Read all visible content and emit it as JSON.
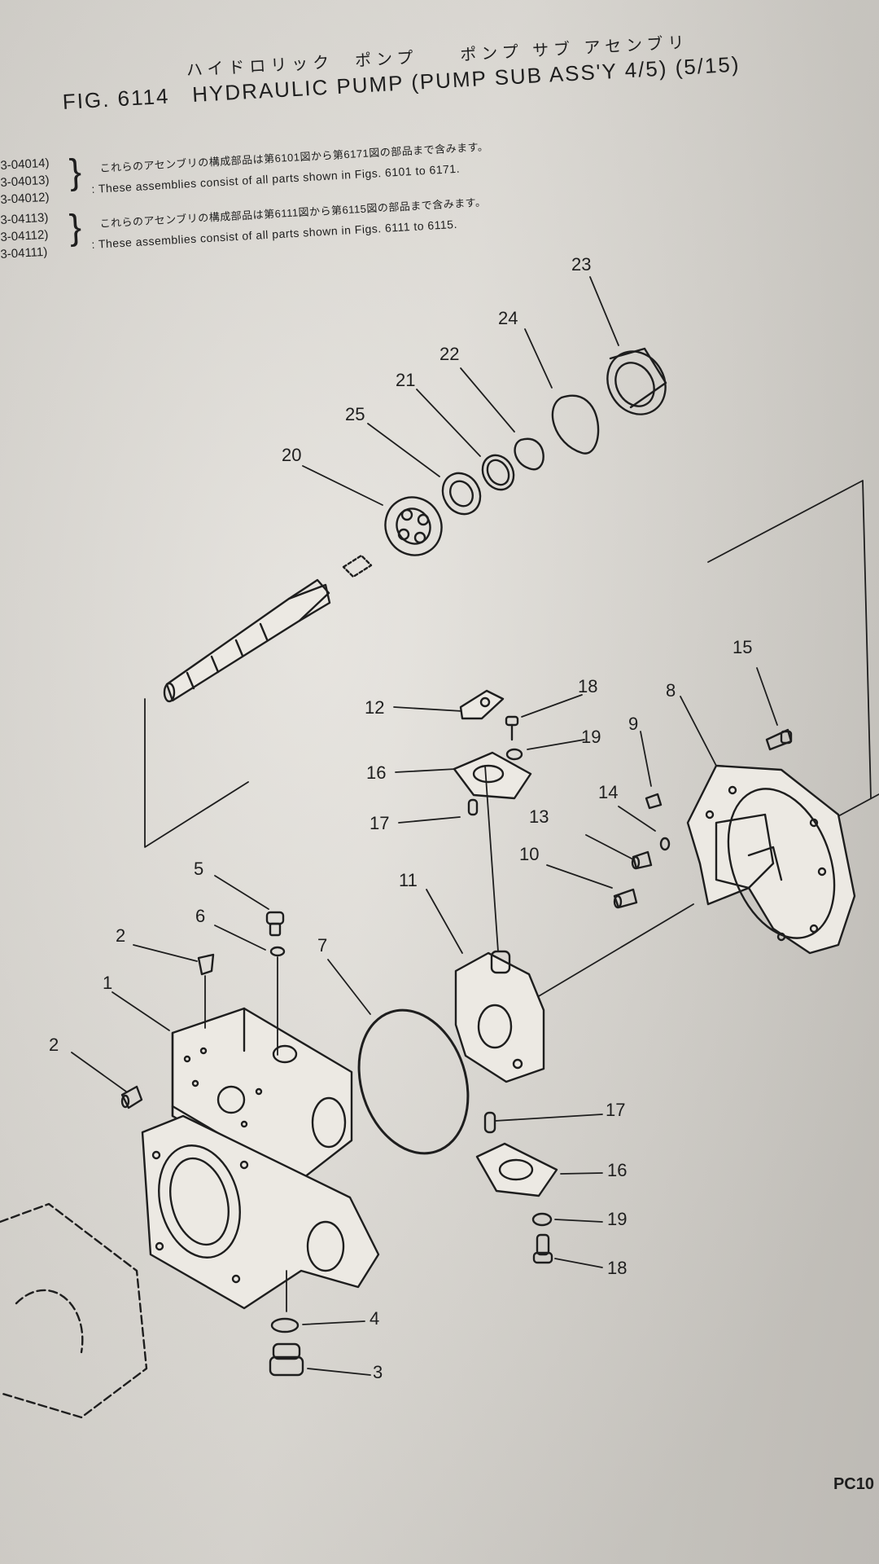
{
  "header": {
    "jp_title": "ハイドロリック　ポンプ　　ポンプ サブ アセンブリ",
    "fig_number": "FIG. 6114",
    "title": "HYDRAULIC PUMP (PUMP SUB ASS'Y 4/5) (5/15)"
  },
  "notes": [
    {
      "codes": [
        "3-04014)",
        "3-04013)",
        "3-04012)"
      ],
      "jp": "これらのアセンブリの構成部品は第6101図から第6171図の部品まで含みます。",
      "en": ": These assemblies consist of all parts shown in Figs. 6101 to 6171."
    },
    {
      "codes": [
        "3-04113)",
        "3-04112)",
        "3-04111)"
      ],
      "jp": "これらのアセンブリの構成部品は第6111図から第6115図の部品まで含みます。",
      "en": ": These assemblies consist of all parts shown in Figs. 6111 to 6115."
    }
  ],
  "callouts": [
    "23",
    "24",
    "22",
    "21",
    "25",
    "20",
    "12",
    "18",
    "19",
    "16",
    "17",
    "15",
    "8",
    "9",
    "14",
    "13",
    "10",
    "11",
    "5",
    "6",
    "2",
    "1",
    "2",
    "7",
    "17",
    "16",
    "19",
    "18",
    "4",
    "3"
  ],
  "footer": {
    "page_code": "PC10"
  }
}
